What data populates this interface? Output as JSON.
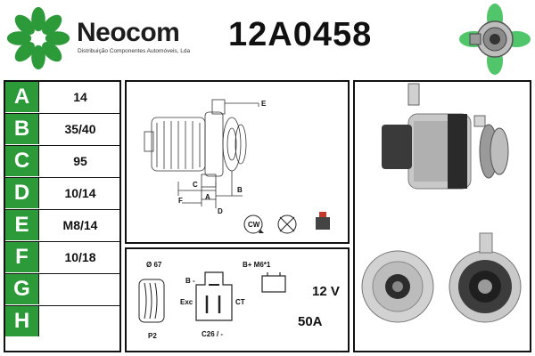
{
  "brand": {
    "name": "Neocom",
    "tagline": "Distribuição Componentes Automóveis, Lda",
    "logo_color": "#2d9a3a"
  },
  "part_number": "12A0458",
  "specs": [
    {
      "letter": "A",
      "value": "14"
    },
    {
      "letter": "B",
      "value": "35/40"
    },
    {
      "letter": "C",
      "value": "95"
    },
    {
      "letter": "D",
      "value": "10/14"
    },
    {
      "letter": "E",
      "value": "M8/14"
    },
    {
      "letter": "F",
      "value": "10/18"
    },
    {
      "letter": "G",
      "value": ""
    },
    {
      "letter": "H",
      "value": ""
    }
  ],
  "diagram": {
    "labels": {
      "a": "A",
      "b": "B",
      "c": "C",
      "d": "D",
      "e": "E",
      "f": "F"
    },
    "rotation": "CW"
  },
  "electrical": {
    "pulley_diameter": "Ø 67",
    "pulley_type": "P2",
    "terminal_b_minus": "B -",
    "terminal_exc": "Exc",
    "terminal_ct": "CT",
    "connector": "C26 / -",
    "battery_terminal": "B+ M6*1",
    "voltage": "12 V",
    "current": "50A"
  },
  "colors": {
    "accent_green": "#2d9a3a",
    "border": "#111111"
  }
}
